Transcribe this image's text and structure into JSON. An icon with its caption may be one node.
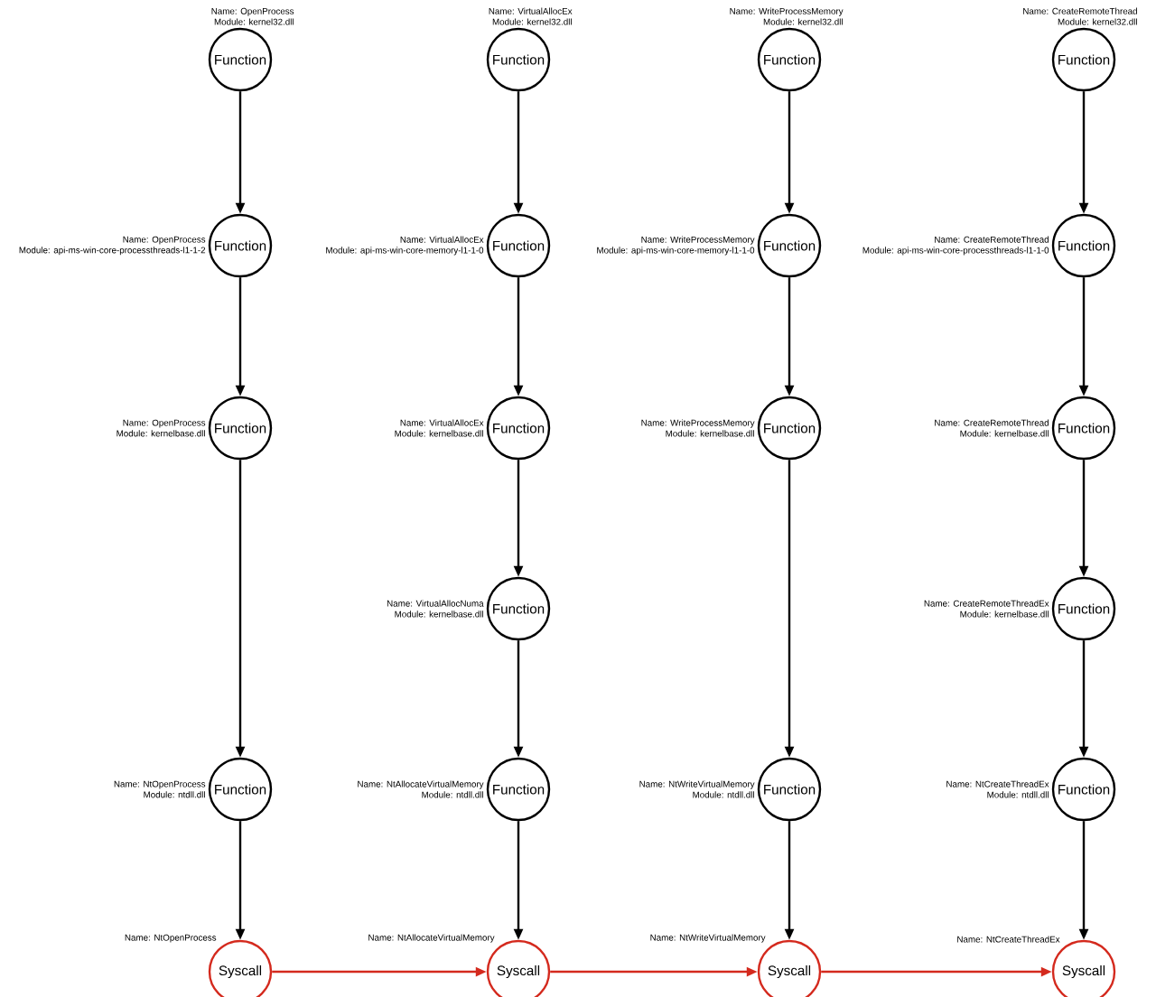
{
  "diagram": {
    "nodes": [
      {
        "text": [
          "Function"
        ],
        "beside": [
          "Name: OpenProcess",
          "Module: kernel32.dll"
        ]
      },
      {
        "text": [
          "Function"
        ],
        "beside": [
          "Name: VirtualAllocEx",
          "Module: kernel32.dll"
        ]
      },
      {
        "text": [
          "Function"
        ],
        "beside": [
          "Name: WriteProcessMemory",
          "Module: kernel32.dll"
        ]
      },
      {
        "text": [
          "Function"
        ],
        "beside": [
          "Name: CreateRemoteThread",
          "Module: kernel32.dll"
        ]
      },
      {
        "text": [
          "Function"
        ],
        "beside": [
          "Name: OpenProcess",
          "Module: api-ms-win-core-processthreads-l1-1-2"
        ]
      },
      {
        "text": [
          "Function"
        ],
        "beside": [
          "Name: VirtualAllocEx",
          "Module: api-ms-win-core-memory-l1-1-0"
        ]
      },
      {
        "text": [
          "Function"
        ],
        "beside": [
          "Name: WriteProcessMemory",
          "Module: api-ms-win-core-memory-l1-1-0"
        ]
      },
      {
        "text": [
          "Function"
        ],
        "beside": [
          "Name: CreateRemoteThread",
          "Module: api-ms-win-core-processthreads-l1-1-0"
        ]
      },
      {
        "text": [
          "Function"
        ],
        "beside": [
          "Name: OpenProcess",
          "Module: kernelbase.dll"
        ]
      },
      {
        "text": [
          "Function"
        ],
        "beside": [
          "Name: VirtualAllocEx",
          "Module: kernelbase.dll"
        ]
      },
      {
        "text": [
          "Function"
        ],
        "beside": [
          "Name: WriteProcessMemory",
          "Module: kernelbase.dll"
        ]
      },
      {
        "text": [
          "Function"
        ],
        "beside": [
          "Name: CreateRemoteThread",
          "Module: kernelbase.dll"
        ]
      },
      {
        "text": [
          "Function"
        ],
        "beside": [
          "Name: VirtualAllocNuma",
          "Module: kernelbase.dll"
        ]
      },
      {
        "text": [
          "Function"
        ],
        "beside": [
          "Name: CreateRemoteThreadEx",
          "Module: kernelbase.dll"
        ]
      },
      {
        "text": [
          "Function"
        ],
        "beside": [
          "Name: NtOpenProcess",
          "Module: ntdll.dll"
        ]
      },
      {
        "text": [
          "Function"
        ],
        "beside": [
          "Name: NtAllocateVirtualMemory",
          "Module: ntdll.dll"
        ]
      },
      {
        "text": [
          "Function"
        ],
        "beside": [
          "Name: NtWriteVirtualMemory",
          "Module: ntdll.dll"
        ]
      },
      {
        "text": [
          "Function"
        ],
        "beside": [
          "Name: NtCreateThreadEx",
          "Module: ntdll.dll"
        ]
      },
      {
        "text": [
          "Syscall"
        ],
        "beside": [
          "Name: NtOpenProcess"
        ]
      },
      {
        "text": [
          "Syscall"
        ],
        "beside": [
          "Name: NtAllocateVirtualMemory"
        ]
      },
      {
        "text": [
          "Syscall"
        ],
        "beside": [
          "Name: NtWriteVirtualMemory"
        ]
      },
      {
        "text": [
          "Syscall"
        ],
        "beside": [
          "Name: NtCreateThreadEx"
        ]
      }
    ],
    "edges": [
      {
        "from": 0,
        "to": 4,
        "arrow": "to"
      },
      {
        "from": 4,
        "to": 8,
        "arrow": "to"
      },
      {
        "from": 8,
        "to": 14,
        "arrow": "to"
      },
      {
        "from": 14,
        "to": 18,
        "arrow": "to"
      },
      {
        "from": 1,
        "to": 5,
        "arrow": "to"
      },
      {
        "from": 5,
        "to": 9,
        "arrow": "to"
      },
      {
        "from": 9,
        "to": 12,
        "arrow": "to"
      },
      {
        "from": 12,
        "to": 15,
        "arrow": "to"
      },
      {
        "from": 15,
        "to": 19,
        "arrow": "to"
      },
      {
        "from": 2,
        "to": 6,
        "arrow": "to"
      },
      {
        "from": 6,
        "to": 10,
        "arrow": "to"
      },
      {
        "from": 10,
        "to": 16,
        "arrow": "to"
      },
      {
        "from": 16,
        "to": 20,
        "arrow": "to"
      },
      {
        "from": 3,
        "to": 7,
        "arrow": "to"
      },
      {
        "from": 7,
        "to": 11,
        "arrow": "to"
      },
      {
        "from": 11,
        "to": 13,
        "arrow": "to"
      },
      {
        "from": 13,
        "to": 17,
        "arrow": "to"
      },
      {
        "from": 17,
        "to": 21,
        "arrow": "to"
      },
      {
        "from": 18,
        "to": 19,
        "arrow": "to",
        "color": "#d42a1e"
      },
      {
        "from": 19,
        "to": 20,
        "arrow": "to",
        "color": "#d42a1e"
      },
      {
        "from": 20,
        "to": 21,
        "arrow": "to",
        "color": "#d42a1e"
      }
    ]
  }
}
